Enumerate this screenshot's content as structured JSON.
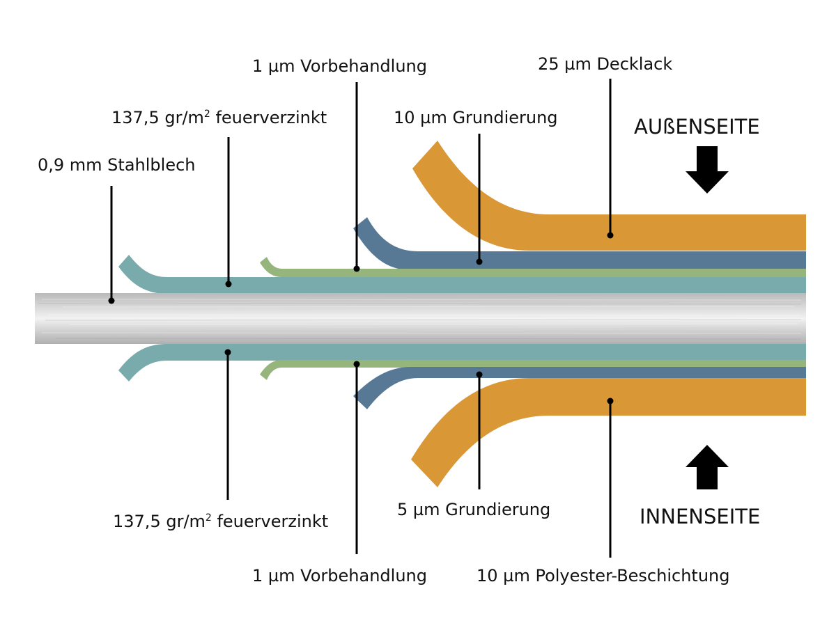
{
  "outer_labels": {
    "steel": "0,9 mm Stahlblech",
    "zinc_top_prefix": "137,5 gr/m",
    "zinc_top_sup": "2",
    "zinc_top_suffix": " feuerverzinkt",
    "pretreat_top": "1 µm Vorbehandlung",
    "primer_top": "10 µm Grundierung",
    "topcoat": "25 µm Decklack"
  },
  "inner_labels": {
    "zinc_bottom_prefix": "137,5 gr/m",
    "zinc_bottom_sup": "2",
    "zinc_bottom_suffix": " feuerverzinkt",
    "pretreat_bottom": "1 µm Vorbehandlung",
    "primer_bottom": "5 µm Grundierung",
    "polyester": "10 µm Polyester-Beschichtung"
  },
  "sides": {
    "outside": "AUßENSEITE",
    "inside": "INNENSEITE"
  },
  "colors": {
    "steel": "#c8c8c8",
    "zinc": "#7aabac",
    "pretreatment": "#96b57d",
    "primer": "#587996",
    "topcoat": "#d99736",
    "lines": "#000000"
  }
}
